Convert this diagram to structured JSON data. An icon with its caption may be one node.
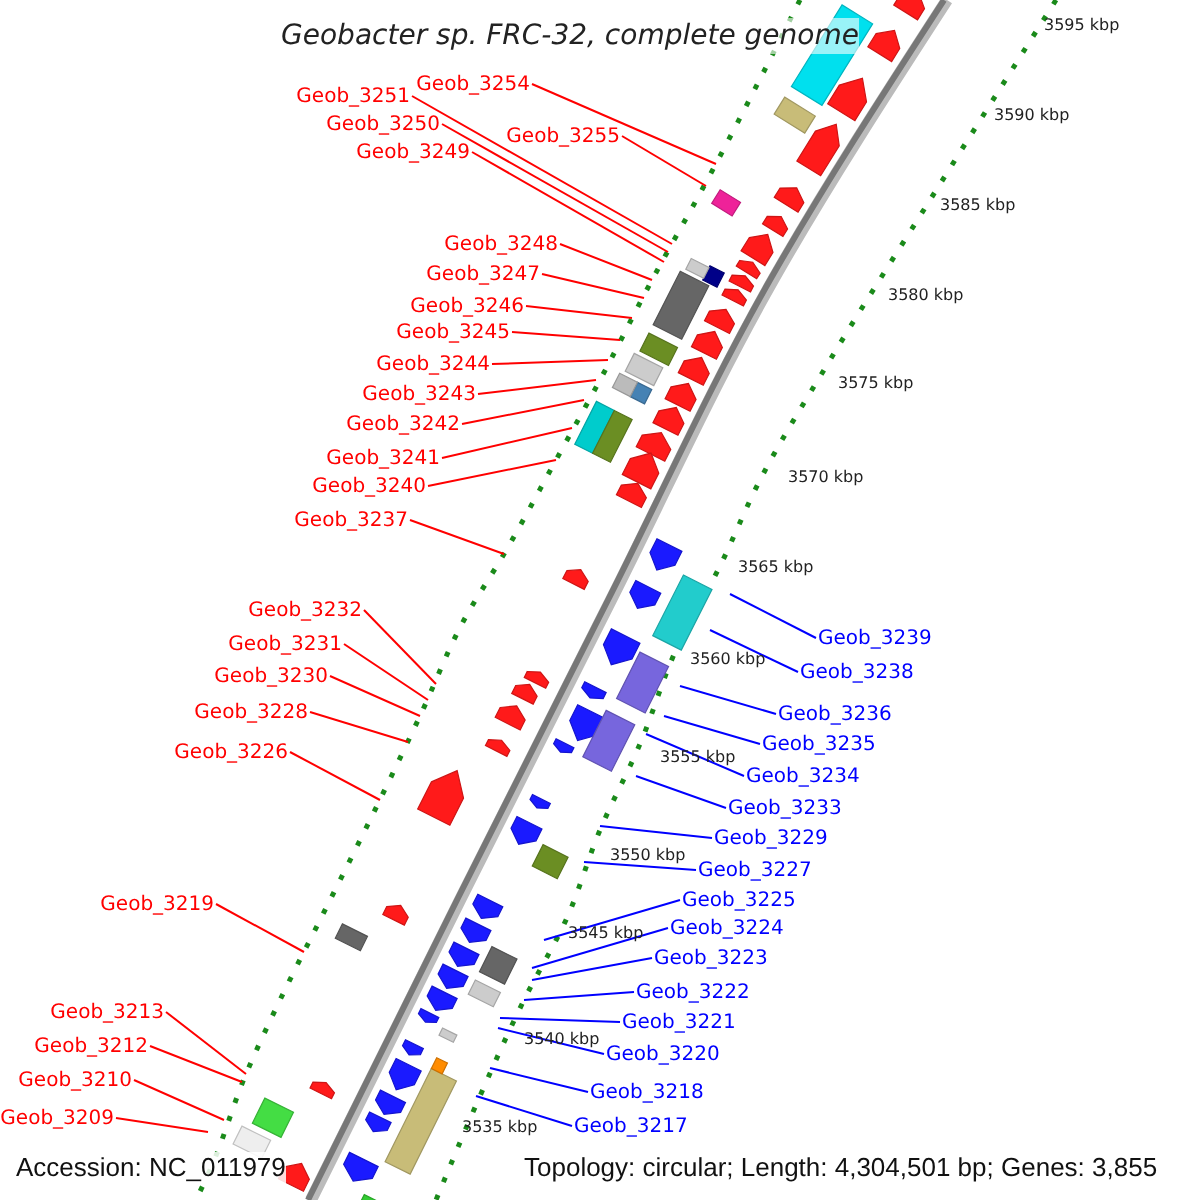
{
  "diagram": {
    "title": "Geobacter sp. FRC-32, complete genome",
    "nodes": [
      {
        "text": [
          "Geob_3254"
        ]
      },
      {
        "text": [
          "Geob_3255"
        ]
      },
      {
        "text": [
          "Geob_3251"
        ]
      },
      {
        "text": [
          "Geob_3250"
        ]
      },
      {
        "text": [
          "Geob_3249"
        ]
      },
      {
        "text": [
          "Geob_3248"
        ]
      },
      {
        "text": [
          "Geob_3247"
        ]
      },
      {
        "text": [
          "Geob_3246"
        ]
      },
      {
        "text": [
          "Geob_3245"
        ]
      },
      {
        "text": [
          "Geob_3244"
        ]
      },
      {
        "text": [
          "Geob_3243"
        ]
      },
      {
        "text": [
          "Geob_3242"
        ]
      },
      {
        "text": [
          "Geob_3241"
        ]
      },
      {
        "text": [
          "Geob_3240"
        ]
      },
      {
        "text": [
          "Geob_3237"
        ]
      },
      {
        "text": [
          "Geob_3232"
        ]
      },
      {
        "text": [
          "Geob_3231"
        ]
      },
      {
        "text": [
          "Geob_3230"
        ]
      },
      {
        "text": [
          "Geob_3228"
        ]
      },
      {
        "text": [
          "Geob_3226"
        ]
      },
      {
        "text": [
          "Geob_3219"
        ]
      },
      {
        "text": [
          "Geob_3213"
        ]
      },
      {
        "text": [
          "Geob_3212"
        ]
      },
      {
        "text": [
          "Geob_3210"
        ]
      },
      {
        "text": [
          "Geob_3209"
        ]
      },
      {
        "text": [
          "Geob_3239"
        ]
      },
      {
        "text": [
          "Geob_3238"
        ]
      },
      {
        "text": [
          "Geob_3236"
        ]
      },
      {
        "text": [
          "Geob_3235"
        ]
      },
      {
        "text": [
          "Geob_3234"
        ]
      },
      {
        "text": [
          "Geob_3233"
        ]
      },
      {
        "text": [
          "Geob_3229"
        ]
      },
      {
        "text": [
          "Geob_3227"
        ]
      },
      {
        "text": [
          "Geob_3225"
        ]
      },
      {
        "text": [
          "Geob_3224"
        ]
      },
      {
        "text": [
          "Geob_3223"
        ]
      },
      {
        "text": [
          "Geob_3222"
        ]
      },
      {
        "text": [
          "Geob_3221"
        ]
      },
      {
        "text": [
          "Geob_3220"
        ]
      },
      {
        "text": [
          "Geob_3218"
        ]
      },
      {
        "text": [
          "Geob_3217"
        ]
      }
    ],
    "edges": [
      {
        "from": 0,
        "to": null,
        "arrow": "none"
      },
      {
        "from": 1,
        "to": null,
        "arrow": "none"
      },
      {
        "from": 2,
        "to": null,
        "arrow": "none"
      },
      {
        "from": 3,
        "to": null,
        "arrow": "none"
      },
      {
        "from": 4,
        "to": null,
        "arrow": "none"
      },
      {
        "from": 5,
        "to": null,
        "arrow": "none"
      },
      {
        "from": 6,
        "to": null,
        "arrow": "none"
      },
      {
        "from": 7,
        "to": null,
        "arrow": "none"
      },
      {
        "from": 8,
        "to": null,
        "arrow": "none"
      },
      {
        "from": 9,
        "to": null,
        "arrow": "none"
      },
      {
        "from": 10,
        "to": null,
        "arrow": "none"
      },
      {
        "from": 11,
        "to": null,
        "arrow": "none"
      },
      {
        "from": 12,
        "to": null,
        "arrow": "none"
      },
      {
        "from": 13,
        "to": null,
        "arrow": "none"
      },
      {
        "from": 14,
        "to": null,
        "arrow": "none"
      },
      {
        "from": 15,
        "to": null,
        "arrow": "none"
      },
      {
        "from": 16,
        "to": null,
        "arrow": "none"
      },
      {
        "from": 17,
        "to": null,
        "arrow": "none"
      },
      {
        "from": 18,
        "to": null,
        "arrow": "none"
      },
      {
        "from": 19,
        "to": null,
        "arrow": "none"
      },
      {
        "from": 20,
        "to": null,
        "arrow": "none"
      },
      {
        "from": 21,
        "to": null,
        "arrow": "none"
      },
      {
        "from": 22,
        "to": null,
        "arrow": "none"
      },
      {
        "from": 23,
        "to": null,
        "arrow": "none"
      },
      {
        "from": 24,
        "to": null,
        "arrow": "none"
      },
      {
        "from": 25,
        "to": null,
        "arrow": "none",
        "color": "#0000ff"
      },
      {
        "from": 26,
        "to": null,
        "arrow": "none",
        "color": "#0000ff"
      },
      {
        "from": 27,
        "to": null,
        "arrow": "none",
        "color": "#0000ff"
      },
      {
        "from": 28,
        "to": null,
        "arrow": "none",
        "color": "#0000ff"
      },
      {
        "from": 29,
        "to": null,
        "arrow": "none",
        "color": "#0000ff"
      },
      {
        "from": 30,
        "to": null,
        "arrow": "none",
        "color": "#0000ff"
      },
      {
        "from": 31,
        "to": null,
        "arrow": "none",
        "color": "#0000ff"
      },
      {
        "from": 32,
        "to": null,
        "arrow": "none",
        "color": "#0000ff"
      },
      {
        "from": 33,
        "to": null,
        "arrow": "none",
        "color": "#0000ff"
      },
      {
        "from": 34,
        "to": null,
        "arrow": "none",
        "color": "#0000ff"
      },
      {
        "from": 35,
        "to": null,
        "arrow": "none",
        "color": "#0000ff"
      },
      {
        "from": 36,
        "to": null,
        "arrow": "none",
        "color": "#0000ff"
      },
      {
        "from": 37,
        "to": null,
        "arrow": "none",
        "color": "#0000ff"
      },
      {
        "from": 38,
        "to": null,
        "arrow": "none",
        "color": "#0000ff"
      },
      {
        "from": 39,
        "to": null,
        "arrow": "none",
        "color": "#0000ff"
      },
      {
        "from": 40,
        "to": null,
        "arrow": "none",
        "color": "#0000ff"
      }
    ],
    "labels": [
      "3595 kbp",
      "3590 kbp",
      "3585 kbp",
      "3580 kbp",
      "3575 kbp",
      "3570 kbp",
      "3565 kbp",
      "3560 kbp",
      "3555 kbp",
      "3550 kbp",
      "3545 kbp",
      "3540 kbp",
      "3535 kbp",
      "Accession: NC_011979",
      "Topology: circular; Length: 4,304,501 bp; Genes: 3,855"
    ]
  }
}
